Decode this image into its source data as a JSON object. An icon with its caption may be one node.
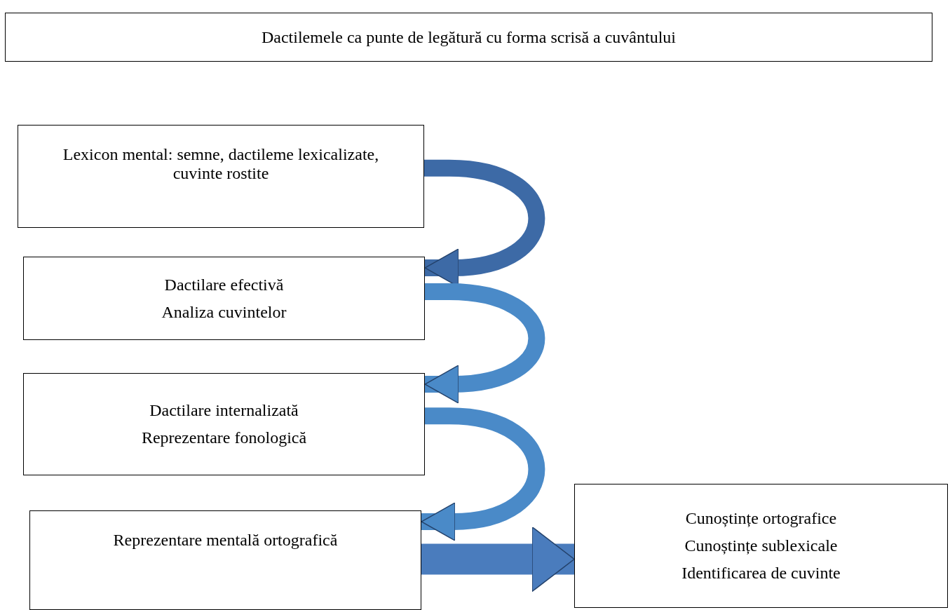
{
  "diagram": {
    "nodes": [
      {
        "text": [
          "Dactilemele ca punte de legătură cu forma scrisă a cuvântului"
        ]
      },
      {
        "text": [
          "Lexicon mental: semne, dactileme lexicalizate, cuvinte rostite"
        ]
      },
      {
        "text": [
          "Dactilare efectivă",
          "Analiza cuvintelor"
        ]
      },
      {
        "text": [
          "Dactilare internalizată",
          "Reprezentare fonologică"
        ]
      },
      {
        "text": [
          "Reprezentare mentală ortografică"
        ]
      },
      {
        "text": [
          "Cunoștințe ortografice",
          "Cunoștințe sublexicale",
          "Identificarea de cuvinte"
        ]
      }
    ],
    "edges": [
      {
        "from": 1,
        "to": 2,
        "arrow": "to"
      },
      {
        "from": 2,
        "to": 3,
        "arrow": "to"
      },
      {
        "from": 3,
        "to": 4,
        "arrow": "to"
      },
      {
        "from": 4,
        "to": 5,
        "arrow": "to",
        "style": "thick"
      }
    ]
  }
}
